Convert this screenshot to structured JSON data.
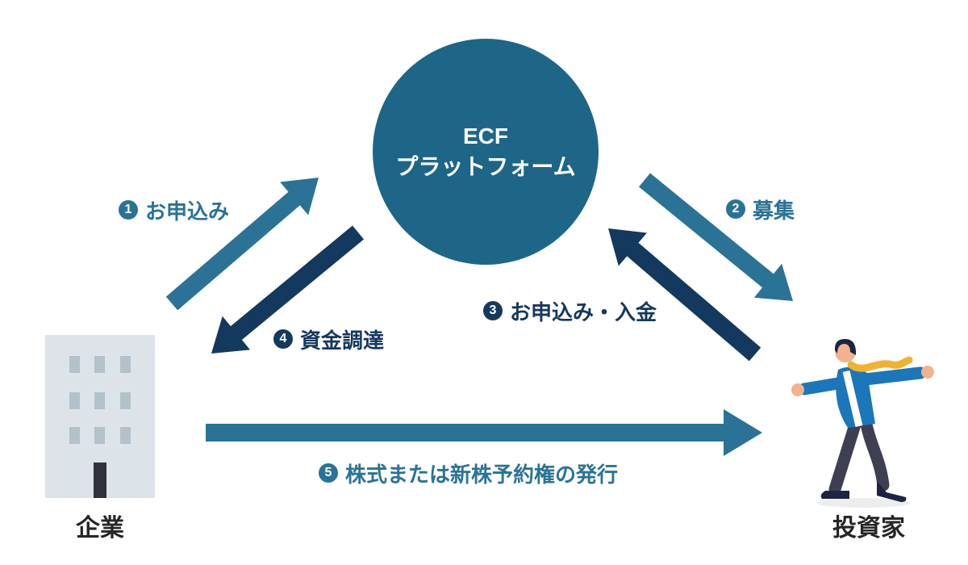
{
  "colors": {
    "teal": "#2A7396",
    "navy": "#14395E",
    "circle_fill": "#1E6687",
    "entity_text": "#262626",
    "building_body": "#DCE3E9",
    "building_window": "#B3C1CB",
    "building_door": "#32323F",
    "person_jacket": "#1B76BA",
    "person_scarf": "#F2B22E",
    "person_skin": "#F2B28D",
    "person_pants": "#3F3F52",
    "person_dark": "#1D2340"
  },
  "platform": {
    "line1": "ECF",
    "line2": "プラットフォーム"
  },
  "entities": {
    "company": {
      "label": "企業"
    },
    "investor": {
      "label": "投資家"
    }
  },
  "steps": [
    {
      "num": "1",
      "label": "お申込み",
      "color": "teal",
      "from": "company",
      "to": "platform"
    },
    {
      "num": "2",
      "label": "募集",
      "color": "teal",
      "from": "platform",
      "to": "investor"
    },
    {
      "num": "3",
      "label": "お申込み・入金",
      "color": "navy",
      "from": "investor",
      "to": "platform"
    },
    {
      "num": "4",
      "label": "資金調達",
      "color": "navy",
      "from": "platform",
      "to": "company"
    },
    {
      "num": "5",
      "label": "株式または新株予約権の発行",
      "color": "teal",
      "from": "company",
      "to": "investor"
    }
  ]
}
